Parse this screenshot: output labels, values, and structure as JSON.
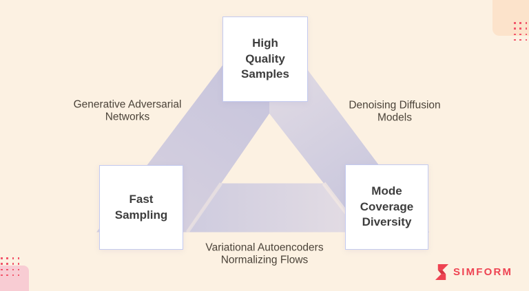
{
  "diagram": {
    "nodes": [
      {
        "id": "high-quality-samples",
        "label": "High Quality Samples"
      },
      {
        "id": "fast-sampling",
        "label": "Fast Sampling"
      },
      {
        "id": "mode-coverage-diversity",
        "label": "Mode Coverage Diversity"
      }
    ],
    "edge_labels": [
      {
        "id": "gan",
        "text": "Generative Adversarial Networks",
        "between": [
          "high-quality-samples",
          "fast-sampling"
        ]
      },
      {
        "id": "ddm",
        "text": "Denoising Diffusion Models",
        "between": [
          "high-quality-samples",
          "mode-coverage-diversity"
        ]
      },
      {
        "id": "vae-nf",
        "text": "Variational Autoencoders Normalizing Flows",
        "between": [
          "fast-sampling",
          "mode-coverage-diversity"
        ]
      }
    ]
  },
  "branding": {
    "logo_text": "SIMFORM",
    "logo_icon": "simform-s-ribbon-icon",
    "logo_color": "#ee4352"
  },
  "colors": {
    "background": "#fcf1e2",
    "band_left_from": "#c5c3dc",
    "band_left_to": "#d7d1df",
    "band_right_from": "#e1dbe4",
    "band_right_to": "#c2c1db",
    "band_bottom_from": "#cfccdf",
    "band_bottom_to": "#e4dde4",
    "seam_highlight": "#f6ebe3",
    "node_border": "#c3caf0",
    "node_text": "#3d3d3d",
    "edge_label_text": "#4b4339",
    "corner_peach": "#fce3cb",
    "corner_pink": "#f8ccd3",
    "dot_red": "#f2566b",
    "logo_red": "#ee4352",
    "logo_red_dark": "#d63543"
  },
  "decorations": {
    "dots_top_right": {
      "cols": 3,
      "rows": 4,
      "size": 2.5,
      "gap": 5.8,
      "color": "#f2566b"
    },
    "dots_bottom_left": {
      "cols": 4,
      "rows": 4,
      "size": 2.5,
      "gap": 5.8,
      "color": "#f2566b"
    }
  }
}
